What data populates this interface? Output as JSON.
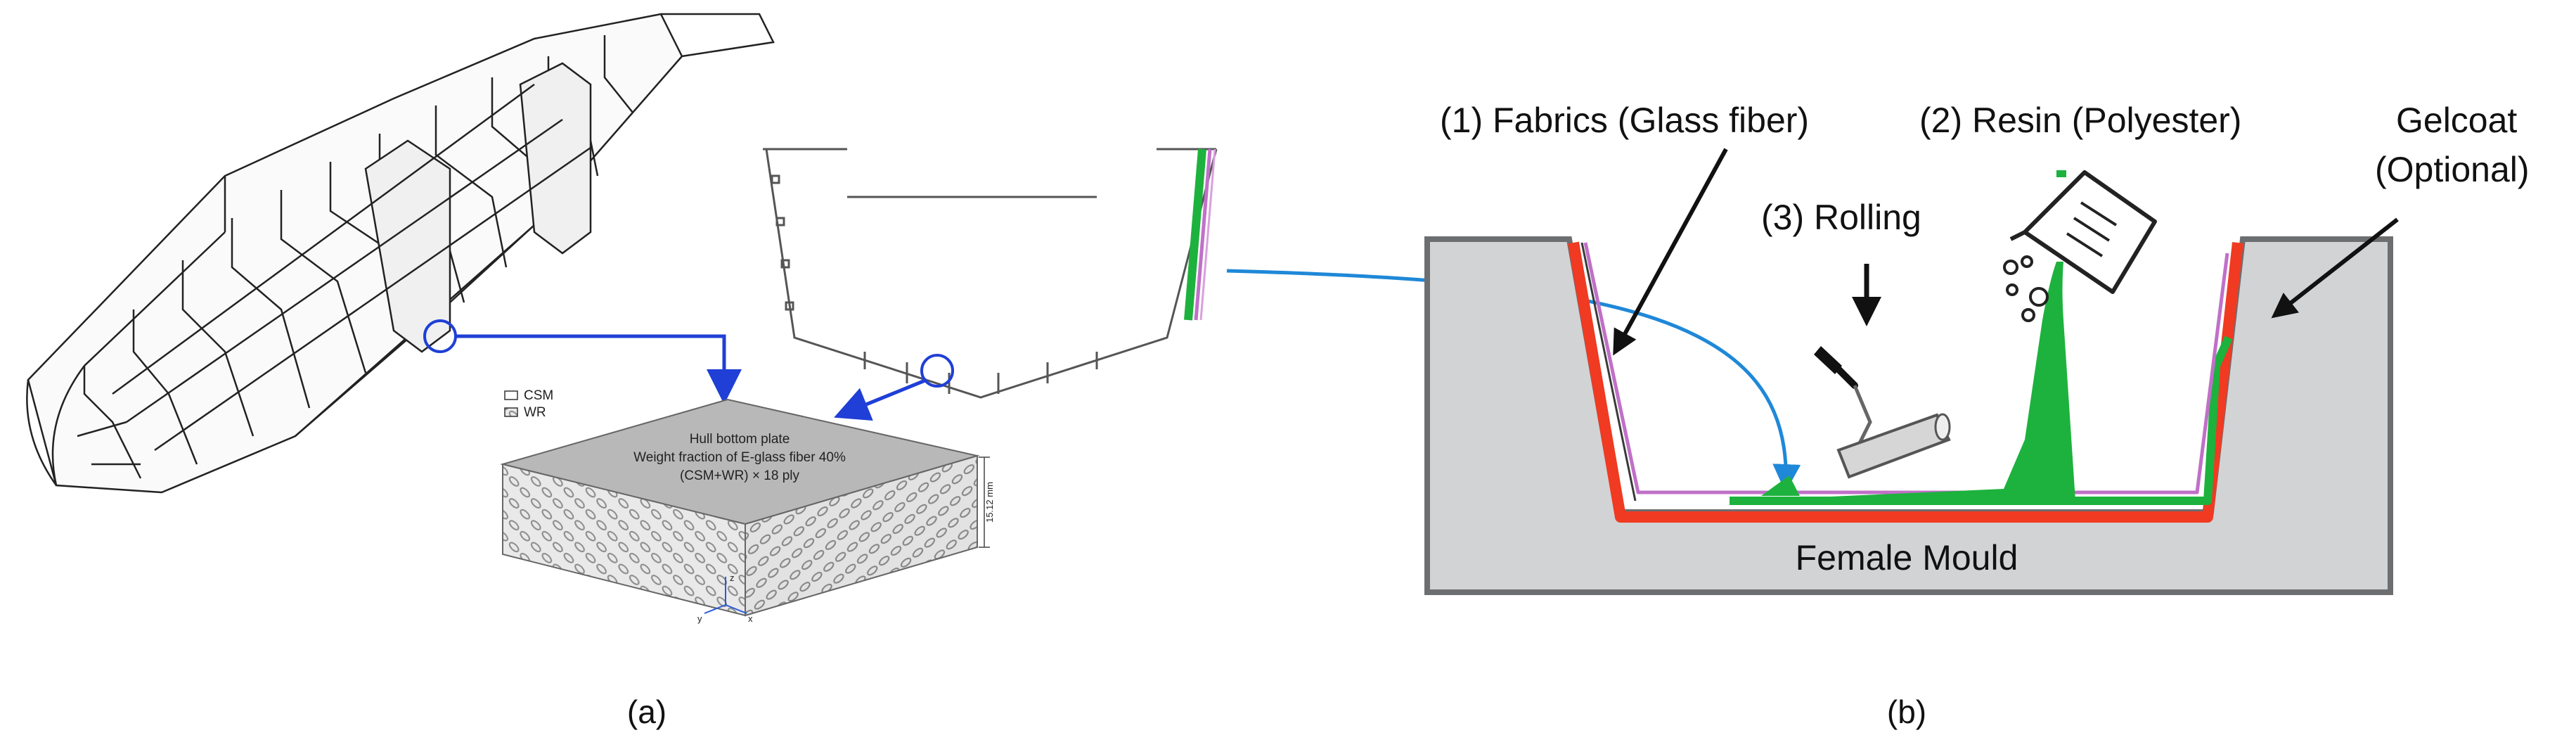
{
  "panel_a": {
    "caption": "(a)",
    "legend": {
      "csm": "CSM",
      "wr": "WR"
    },
    "plate": {
      "line1": "Hull bottom plate",
      "line2": "Weight fraction of E-glass fiber 40%",
      "line3": "(CSM+WR) × 18 ply",
      "thickness": "15.12 mm"
    },
    "axes": {
      "z": "z",
      "y": "y",
      "x": "x"
    }
  },
  "panel_b": {
    "caption": "(b)",
    "fabrics_label": "(1) Fabrics (Glass fiber)",
    "resin_label": "(2) Resin (Polyester)",
    "rolling_label": "(3) Rolling",
    "gelcoat_line1": "Gelcoat",
    "gelcoat_line2": "(Optional)",
    "mould_label": "Female Mould"
  },
  "colors": {
    "connector_blue": "#1f3fd6",
    "arrow_blue": "#1f88d8",
    "gelcoat_red": "#f03a22",
    "fiber_green": "#1db23d",
    "fabric_purple": "#c070c8",
    "mould_grey": "#d2d3d5",
    "mould_edge": "#6d6e70"
  }
}
